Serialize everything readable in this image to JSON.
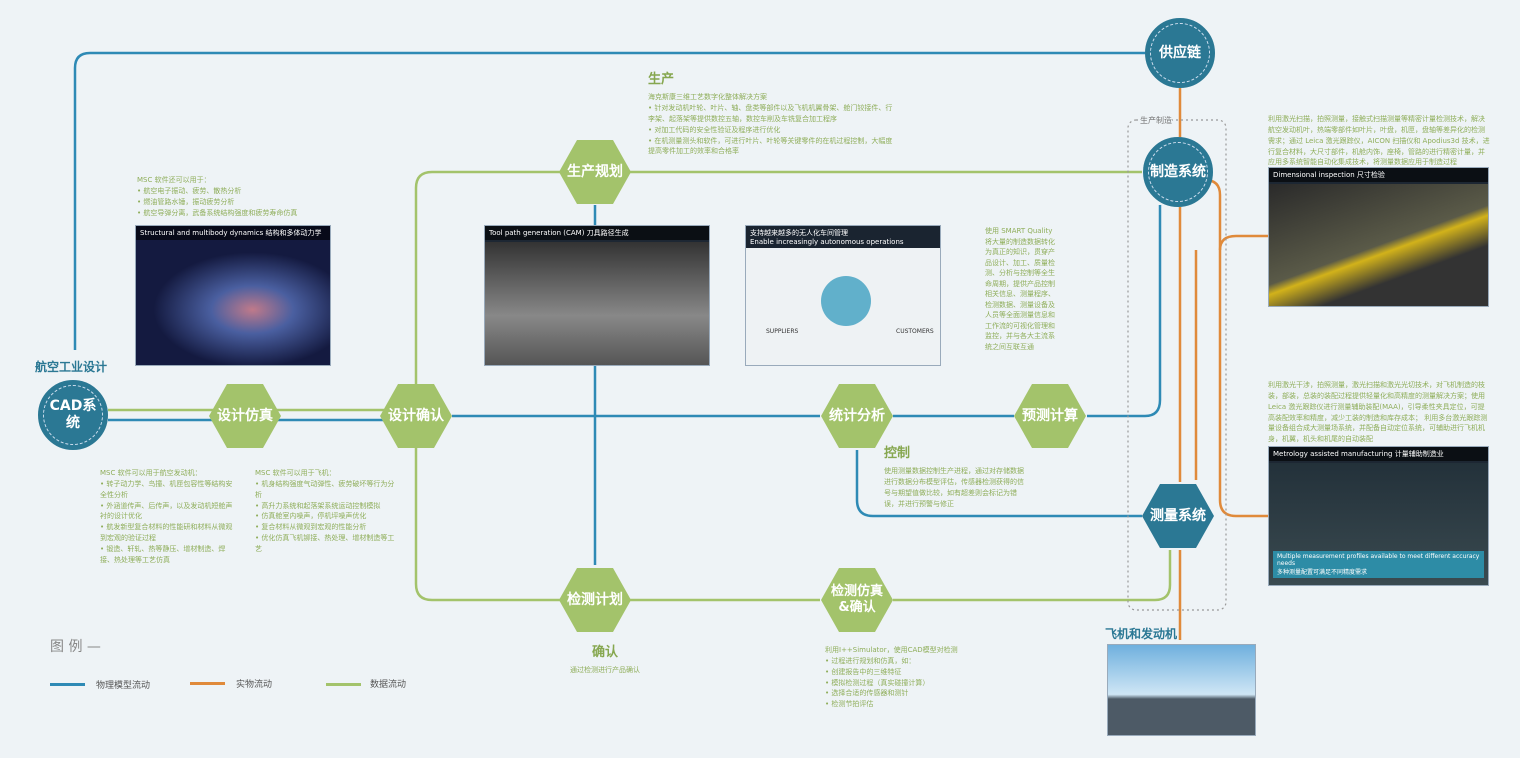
{
  "nodes": {
    "supply": "供应链",
    "manufacturing": "制造系统",
    "measurement": "测量系统",
    "cad": "CAD系统",
    "design_sim": "设计仿真",
    "design_confirm": "设计确认",
    "production_plan": "生产规划",
    "stat": "统计分析",
    "predict": "预测计算",
    "inspect_plan": "检测计划",
    "inspect_sim": "检测仿真&确认"
  },
  "labels": {
    "aviation": "航空工业设计",
    "production_mfg": "生产制造",
    "aircraft": "飞机和发动机"
  },
  "production": {
    "title": "生产",
    "subtitle": "海克斯康三维工艺数字化整体解决方案",
    "items": [
      "针对发动机叶轮、叶片、轴、盘类等部件以及飞机机翼骨架、舱门铰接件、行李架、起落架等提供数控五轴，数控车削及车铣复合加工程序",
      "对加工代码的安全性验证及程序进行优化",
      "在机测量测头和软件，可进行叶片、叶轮等关键零件的在机过程控制，大幅度提高零件加工的效率和合格率"
    ]
  },
  "msc_top": {
    "intro": "MSC 软件还可以用于：",
    "items": [
      "航空电子振动、疲劳、散热分析",
      "燃油管路水锤，振动疲劳分析",
      "航空导弹分离，武备系统结构强度和疲劳寿命仿真"
    ]
  },
  "msc_engine": {
    "intro": "MSC 软件可以用于航空发动机：",
    "items": [
      "转子动力学、鸟撞、机匣包容性等结构安全性分析",
      "外涵道传声、后传声，以及发动机短舱声衬的设计优化",
      "航发新型复合材料的性能研和材料从微观到宏观的验证过程",
      "锻造、轩轧、热等静压、增材制造、焊接、热处理等工艺仿真"
    ]
  },
  "msc_aircraft": {
    "intro": "MSC 软件可以用于飞机：",
    "items": [
      "机身结构强度气动弹性、疲劳破坏等行为分析",
      "高升力系统和起落架系统运动控制模拟",
      "仿真舱室内噪声，停机坪噪声优化",
      "复合材料从微观到宏观的性能分析",
      "优化仿真飞机铆接、热处理、增材制造等工艺"
    ]
  },
  "smart_quality": "使用 SMART Quality 将大量的制造数据转化为真正的知识，贯穿产品设计、加工、质量检测、分析与控制等全生命周期，提供产品控制相关信息、测量程序、检测数据、测量设备及人员等全面测量信息和工作流的可视化管理和监控，并与各大主流系统之间互联互通",
  "mfg_text": "利用激光扫描，拍照测量，接触式扫描测量等精密计量检测技术，解决航空发动机叶，热端零部件如叶片，叶盘，机匣，盘轴等差异化的检测需求；通过 Leica 激光跟踪仪，AICON 扫描仪和 Apodius3d 技术，进行复合材料，大尺寸部件，机舱内饰，座椅，管路的进行精密计量，并应用多系统智能自动化集成技术，将测量数据应用于制造过程",
  "meas_text": "利用激光干涉，拍照测量，激光扫描和激光光切技术，对飞机制造的枝装，部装，总装的装配过程提供轻量化和高精度的测量解决方案；使用 Leica 激光跟踪仪进行测量辅助装配(MAA)，引导柔性夹具定位，可提高装配效率和精度，减少工装的制造和库存成本； 利用多台激光跟踪测量设备组合成大测量场系统，并配备自动定位系统，可辅助进行飞机机身，机翼，机头和机尾的自动装配",
  "control": {
    "title": "控制",
    "text": "使用测量数据控制生产进程，通过对存储数据进行数据分布模型评估，传感器检测获得的信号与期望值做比较，如有超差则会标记为错误，并进行预警与修正"
  },
  "confirm": {
    "title": "确认",
    "text": "通过检测进行产品确认"
  },
  "inspect_sim_text": {
    "intro": "利用I++Simulator，使用CAD模型对检测",
    "items": [
      "过程进行规划和仿真，如：",
      "创建报告中的三维特征",
      "模拟检测过程（真实碰撞计算）",
      "选择合适的传感器和测针",
      "检测节拍评估"
    ]
  },
  "images": {
    "structural": "Structural and multibody dynamics  结构和多体动力学",
    "cam": "Tool path generation (CAM)  刀具路径生成",
    "smart_cn": "支持越来越多的无人化车间管理",
    "smart_en": "Enable increasingly autonomous operations",
    "suppliers": "SUPPLIERS",
    "customers": "CUSTOMERS",
    "dim": "Dimensional inspection  尺寸检验",
    "metrology": "Metrology assisted manufacturing  计量辅助制造业",
    "metrology_banner_en": "Multiple measurement profiles available to meet different accuracy needs",
    "metrology_banner_cn": "多种测量配置可满足不同精度需求"
  },
  "legend": {
    "title": "图 例 —",
    "physical": "物理模型流动",
    "material": "实物流动",
    "data": "数据流动"
  },
  "colors": {
    "blue": "#2e8ab5",
    "orange": "#e08a3a",
    "green": "#a3c36b",
    "teal": "#2b7894"
  }
}
